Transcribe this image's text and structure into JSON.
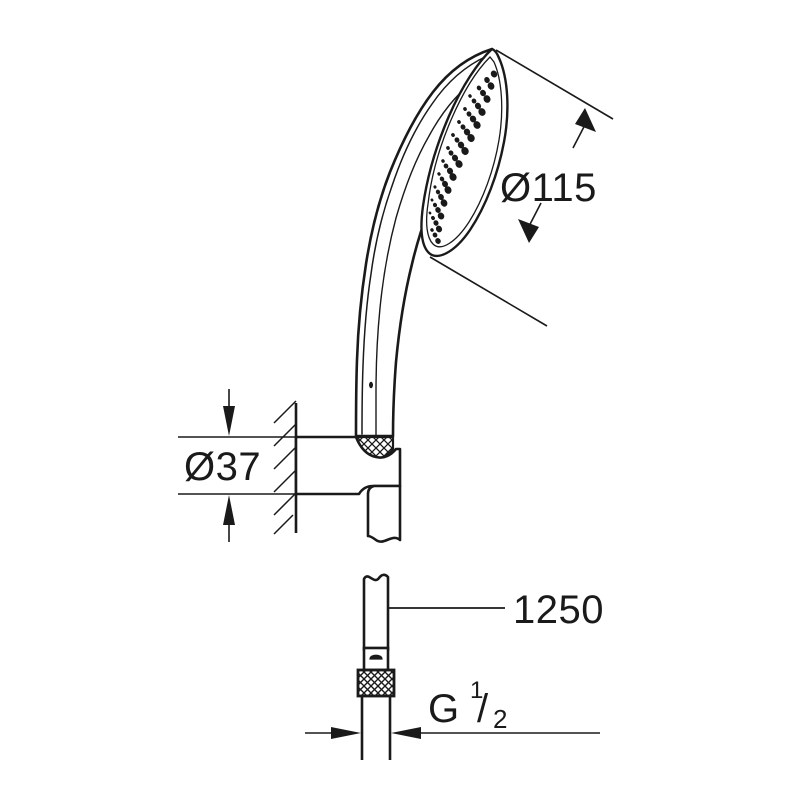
{
  "drawing": {
    "title": "Hand shower technical dimension drawing",
    "background_color": "#ffffff",
    "line_color": "#1a1a1a",
    "units": "mm"
  },
  "dimensions": {
    "spray_face_diameter": {
      "label": "Ø115",
      "value": 115,
      "symbol": "Ø",
      "orientation": "diagonal",
      "name": "spray-face-diameter"
    },
    "wall_bracket_diameter": {
      "label": "Ø37",
      "value": 37,
      "symbol": "Ø",
      "orientation": "vertical",
      "name": "wall-bracket-diameter"
    },
    "hose_length": {
      "label": "1250",
      "value": 1250,
      "orientation": "leader",
      "name": "hose-length"
    },
    "thread_size": {
      "prefix": "G",
      "numerator": "1",
      "slash": "/",
      "denominator": "2",
      "label": "G 1/2",
      "name": "thread-size"
    }
  },
  "components": {
    "shower_head": "hand-shower-head",
    "spray_face": "spray-face",
    "handle": "shower-handle",
    "knurled_collar": "knurled-collar",
    "wall": "wall-section",
    "wall_bracket": "wall-bracket",
    "hose": "shower-hose",
    "hose_nut": "hose-knurled-nut",
    "hose_break": "hose-break-symbol"
  }
}
